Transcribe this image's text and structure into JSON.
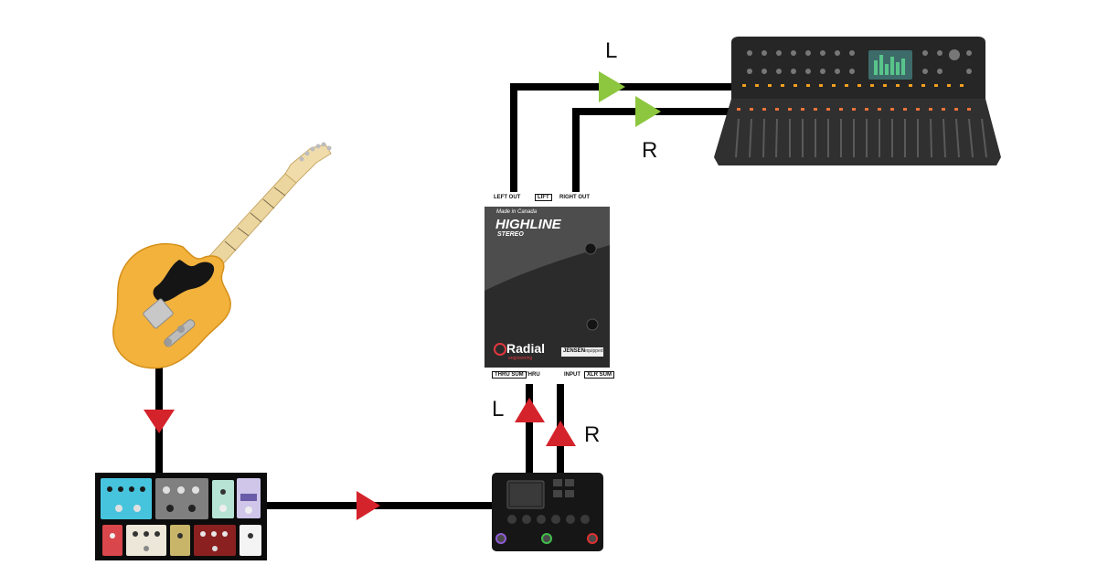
{
  "signal_labels": {
    "out_left": "L",
    "out_right": "R",
    "in_left": "L",
    "in_right": "R"
  },
  "di_box": {
    "made_in": "Made in Canada",
    "model": "HIGHLINE",
    "sub_model": "STEREO",
    "brand": "Radial",
    "brand_tag": "engineering",
    "badge_left": "JENSEN",
    "badge_right": "equipped",
    "jacks_top": [
      "LEFT OUT",
      "LIFT",
      "RIGHT OUT"
    ],
    "jacks_bottom": [
      "THRU SUM",
      "THRU",
      "INPUT",
      "XLR SUM"
    ]
  },
  "colors": {
    "cable": "#000000",
    "input_arrow": "#d4232b",
    "output_arrow": "#8dc63f",
    "di_body": "#2b2b2b"
  }
}
